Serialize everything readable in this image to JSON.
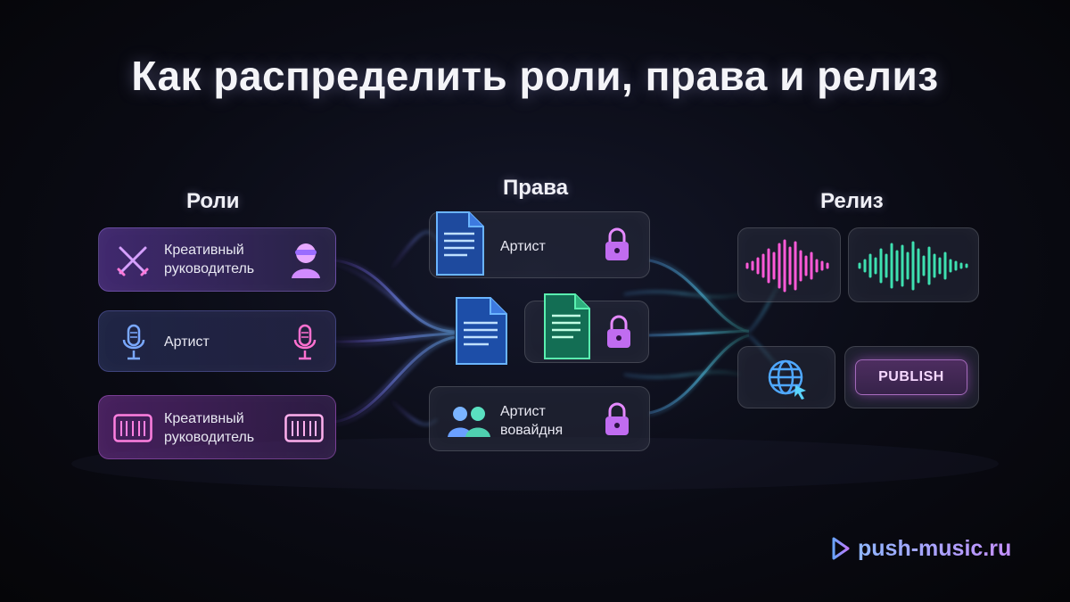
{
  "title": "Как распределить роли, права и релиз",
  "columns": {
    "roles": "Роли",
    "rights": "Права",
    "release": "Релиз"
  },
  "roles": [
    {
      "label_line1": "Креативный",
      "label_line2": "руководитель",
      "left_icon": "crossed-swords-icon",
      "right_icon": "person-icon"
    },
    {
      "label": "Артист",
      "left_icon": "microphone-icon",
      "right_icon": "microphone-icon"
    },
    {
      "label_line1": "Креативный",
      "label_line2": "руководитель",
      "left_icon": "keyboard-icon",
      "right_icon": "keyboard-icon"
    }
  ],
  "rights": [
    {
      "label": "Артист",
      "icon": "document-icon",
      "lock": "lock-icon"
    },
    {
      "icon": "document-icon",
      "second_icon": "document-icon",
      "lock": "lock-icon"
    },
    {
      "label_line1": "Артист",
      "label_line2": "вовайдня",
      "icon": "users-icon",
      "lock": "lock-icon"
    }
  ],
  "release": {
    "waveform_pink": "waveform-icon",
    "waveform_green": "waveform-icon",
    "globe": "globe-icon",
    "publish_label": "PUBLISH"
  },
  "brand": {
    "text": "push-music.ru",
    "icon": "sound-logo-icon"
  },
  "colors": {
    "purple": "#b070ff",
    "blue": "#5aa6ff",
    "cyan": "#4fe3d6",
    "pink": "#ff5ad8",
    "green": "#3ee0a0"
  }
}
